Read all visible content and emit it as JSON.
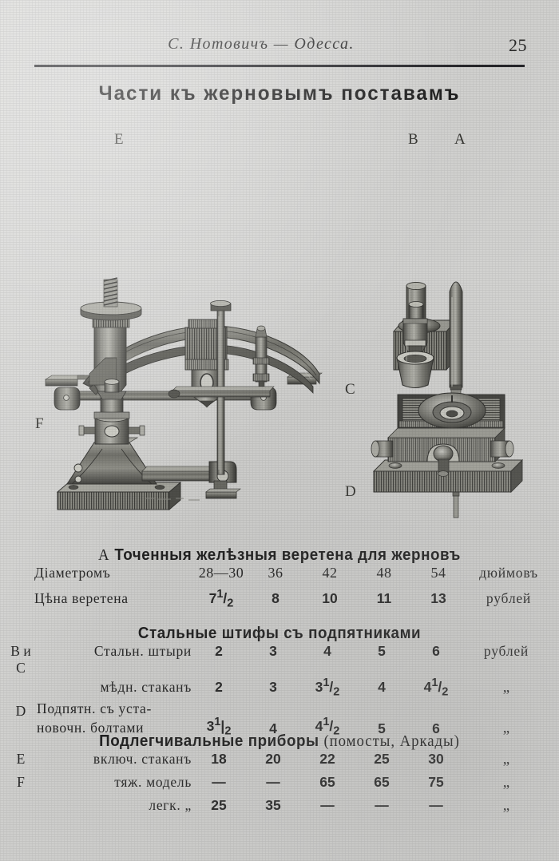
{
  "running_head": {
    "title": "С. Нотовичъ — Одесса.",
    "folio": "25"
  },
  "main_title": "Части къ жерновымъ поставамъ",
  "figure_labels": {
    "e": "E",
    "b": "B",
    "a": "A",
    "c": "C",
    "d": "D",
    "f": "F"
  },
  "sections": [
    {
      "id": "spindles",
      "heading_key": "A",
      "heading_main": "Точенныя желѣзныя веретена для жерновъ",
      "rows": [
        {
          "key": "",
          "desc": "Діаметромъ",
          "desc_align": "left",
          "bold": false,
          "values": [
            "28—30",
            "36",
            "42",
            "48",
            "54"
          ],
          "unit": "дюймовъ"
        },
        {
          "key": "",
          "desc": "Цѣна веретена",
          "desc_align": "left",
          "bold": true,
          "values": [
            "7<sup>1</sup>/<sub>2</sub>",
            "8",
            "10",
            "11",
            "13"
          ],
          "unit": "рублей"
        }
      ]
    },
    {
      "id": "steel-pins",
      "heading_key": "",
      "heading_main": "Стальные штифы съ подпятниками",
      "rows": [
        {
          "key": "B и C",
          "desc": "Стальн. штыри",
          "desc_align": "right",
          "bold": true,
          "values": [
            "2",
            "3",
            "4",
            "5",
            "6"
          ],
          "unit": "рублей"
        },
        {
          "key": "",
          "desc": "мѣдн. стаканъ",
          "desc_align": "right",
          "bold": true,
          "values": [
            "2",
            "3",
            "3<sup>1</sup>/<sub>2</sub>",
            "4",
            "4<sup>1</sup>/<sub>2</sub>"
          ],
          "unit": "„"
        },
        {
          "key": "D",
          "desc": "Подпятн. съ уста-<br>новочн. болтами",
          "desc_align": "left",
          "bold": true,
          "values": [
            "3<sup>1</sup>|<sub>2</sub>",
            "4",
            "4<sup>1</sup>/<sub>2</sub>",
            "5",
            "6"
          ],
          "unit": "„"
        }
      ]
    },
    {
      "id": "lightening",
      "heading_key": "",
      "heading_main": "Подлегчивальные приборы",
      "heading_paren": "(помосты,  Аркады)",
      "rows": [
        {
          "key": "E",
          "desc": "включ. стаканъ",
          "desc_align": "right",
          "bold": true,
          "values": [
            "18",
            "20",
            "22",
            "25",
            "30"
          ],
          "unit": "„"
        },
        {
          "key": "F",
          "desc": "тяж. модель",
          "desc_align": "right",
          "bold": true,
          "values": [
            "—",
            "—",
            "65",
            "65",
            "75"
          ],
          "unit": "„"
        },
        {
          "key": "",
          "desc": "легк.      „",
          "desc_align": "right",
          "bold": true,
          "values": [
            "25",
            "35",
            "—",
            "—",
            "—"
          ],
          "unit": "„"
        }
      ]
    }
  ],
  "colors": {
    "paper": "#d7d7d5",
    "ink": "#1d1d1d",
    "rule": "#26262a",
    "engraving_dark": "#33332f",
    "engraving_mid": "#6f6f69",
    "engraving_light": "#a9a9a3"
  }
}
